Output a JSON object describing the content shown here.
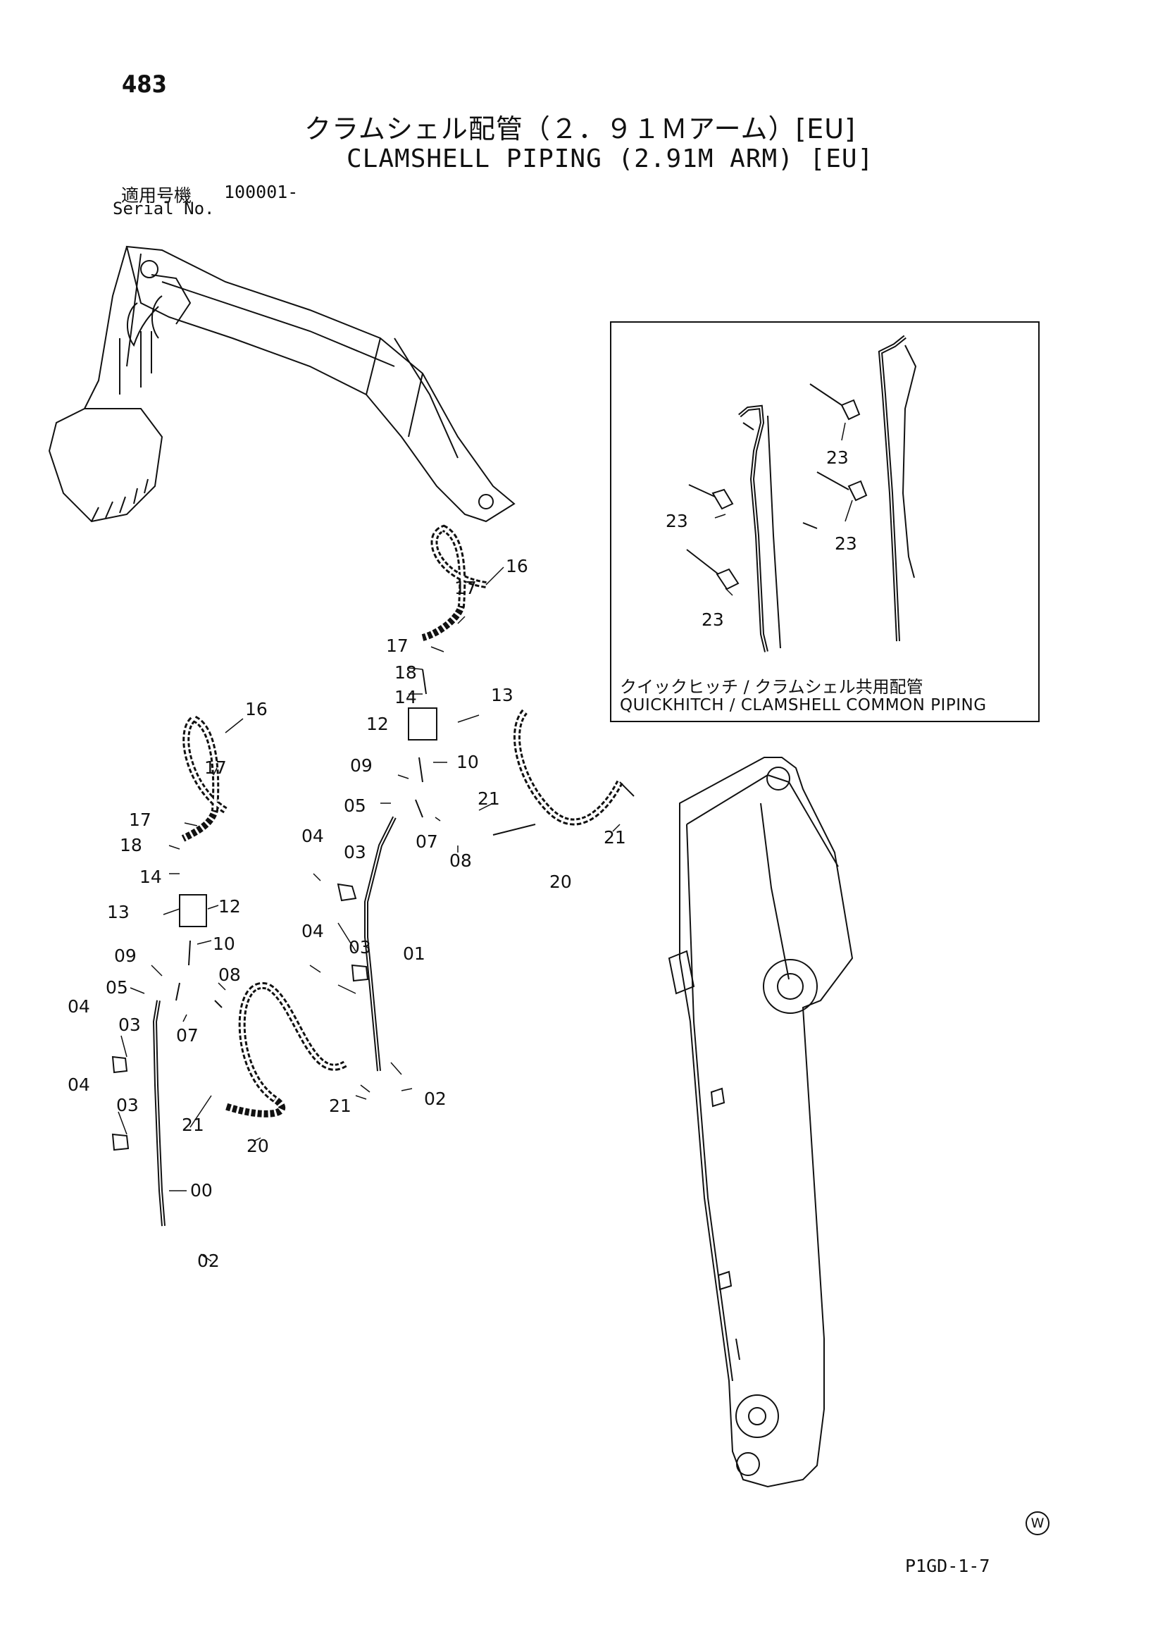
{
  "page": {
    "number": "483",
    "title_jp": "クラムシェル配管（２．９１Ｍアーム）[EU]",
    "title_en": "CLAMSHELL PIPING (2.91M ARM) [EU]",
    "serial_label_jp": "適用号機",
    "serial_value": "100001-",
    "serial_label_en": "Serial No.",
    "footer_code": "P1GD-1-7",
    "w_mark": "W"
  },
  "inset": {
    "caption_jp": "クイックヒッチ / クラムシェル共用配管",
    "caption_en": "QUICKHITCH / CLAMSHELL  COMMON  PIPING"
  },
  "callouts": [
    {
      "id": "c-16a",
      "label": "16"
    },
    {
      "id": "c-17a",
      "label": "17"
    },
    {
      "id": "c-17b",
      "label": "17"
    },
    {
      "id": "c-18a",
      "label": "18"
    },
    {
      "id": "c-14a",
      "label": "14"
    },
    {
      "id": "c-13a",
      "label": "13"
    },
    {
      "id": "c-12a",
      "label": "12"
    },
    {
      "id": "c-09a",
      "label": "09"
    },
    {
      "id": "c-10a",
      "label": "10"
    },
    {
      "id": "c-05a",
      "label": "05"
    },
    {
      "id": "c-21a",
      "label": "21"
    },
    {
      "id": "c-21b",
      "label": "21"
    },
    {
      "id": "c-07a",
      "label": "07"
    },
    {
      "id": "c-08a",
      "label": "08"
    },
    {
      "id": "c-20a",
      "label": "20"
    },
    {
      "id": "c-04a",
      "label": "04"
    },
    {
      "id": "c-03a",
      "label": "03"
    },
    {
      "id": "c-04b",
      "label": "04"
    },
    {
      "id": "c-03b",
      "label": "03"
    },
    {
      "id": "c-01",
      "label": "01"
    },
    {
      "id": "c-02a",
      "label": "02"
    },
    {
      "id": "c-16b",
      "label": "16"
    },
    {
      "id": "c-17c",
      "label": "17"
    },
    {
      "id": "c-17d",
      "label": "17"
    },
    {
      "id": "c-18b",
      "label": "18"
    },
    {
      "id": "c-14b",
      "label": "14"
    },
    {
      "id": "c-13b",
      "label": "13"
    },
    {
      "id": "c-12b",
      "label": "12"
    },
    {
      "id": "c-09b",
      "label": "09"
    },
    {
      "id": "c-10b",
      "label": "10"
    },
    {
      "id": "c-08b",
      "label": "08"
    },
    {
      "id": "c-05b",
      "label": "05"
    },
    {
      "id": "c-07b",
      "label": "07"
    },
    {
      "id": "c-04c",
      "label": "04"
    },
    {
      "id": "c-03c",
      "label": "03"
    },
    {
      "id": "c-04d",
      "label": "04"
    },
    {
      "id": "c-03d",
      "label": "03"
    },
    {
      "id": "c-00",
      "label": "00"
    },
    {
      "id": "c-02b",
      "label": "02"
    },
    {
      "id": "c-21c",
      "label": "21"
    },
    {
      "id": "c-21d",
      "label": "21"
    },
    {
      "id": "c-20b",
      "label": "20"
    },
    {
      "id": "c-23a",
      "label": "23"
    },
    {
      "id": "c-23b",
      "label": "23"
    },
    {
      "id": "c-23c",
      "label": "23"
    },
    {
      "id": "c-23d",
      "label": "23"
    }
  ]
}
